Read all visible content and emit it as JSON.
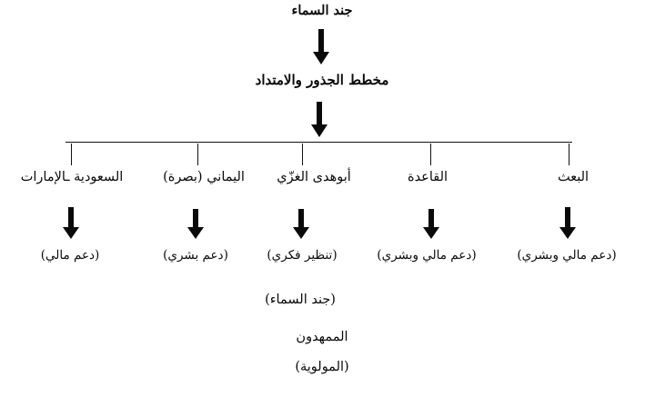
{
  "document": {
    "title": "مخطط الجذور والامتداد",
    "language": "ar",
    "direction": "rtl",
    "background_color": "#ffffff",
    "ink_color": "#0a0a0a"
  },
  "top_chain": {
    "title_node": "جند السماء",
    "arrow_icon": "down-arrow-icon",
    "root_node": "مخطط الجذور والامتداد",
    "arrow_to_branches_icon": "down-arrow-icon"
  },
  "branches": [
    {
      "id": "baath",
      "label": "البعث",
      "support": "(دعم مالي وبشري)",
      "arrow_icon": "down-arrow-icon"
    },
    {
      "id": "qaeda",
      "label": "القاعدة",
      "support": "(دعم مالي وبشري)",
      "arrow_icon": "down-arrow-icon"
    },
    {
      "id": "abu-huda-al-ghazzi",
      "label": "أبوهدى الغزّي",
      "support": "(تنظير فكري)",
      "arrow_icon": "down-arrow-icon"
    },
    {
      "id": "al-yamani-basra",
      "label": "اليماني (بصرة)",
      "support": "(دعم بشري)",
      "arrow_icon": "down-arrow-icon"
    },
    {
      "id": "saudi-uae",
      "label": "السعودية ـالإمارات",
      "support": "(دعم مالي)",
      "arrow_icon": "down-arrow-icon"
    }
  ],
  "footer": {
    "line1": "(جند السماء)",
    "line2": "الممهدون",
    "line3": "(المولوية)"
  }
}
